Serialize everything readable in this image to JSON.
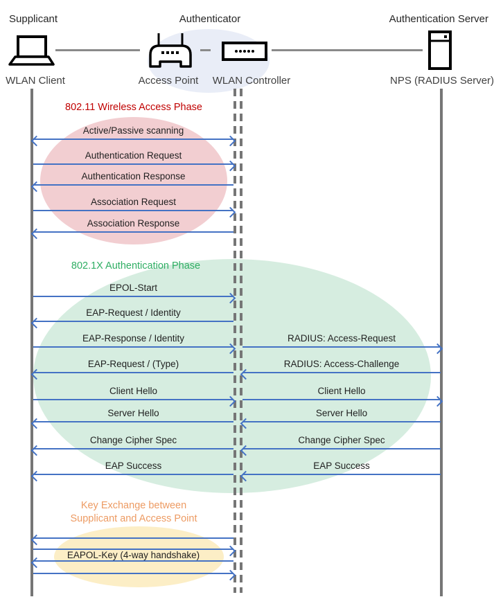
{
  "header": {
    "roles": [
      {
        "label": "Supplicant"
      },
      {
        "label": "Authenticator"
      },
      {
        "label": "Authentication Server"
      }
    ],
    "devices": [
      {
        "label": "WLAN Client",
        "icon": "laptop-icon"
      },
      {
        "label": "Access Point",
        "icon": "access-point-icon"
      },
      {
        "label": "WLAN Controller",
        "icon": "wlan-controller-icon"
      },
      {
        "label": "NPS (RADIUS Server)",
        "icon": "server-icon"
      }
    ]
  },
  "phases": {
    "p80211": {
      "title": "802.11 Wireless Access Phase",
      "color": "#C00000",
      "ellipse_color": "#F2CED1"
    },
    "p8021x": {
      "title": "802.1X Authentication Phase",
      "color": "#2FAE63",
      "ellipse_color": "#D6EDE0"
    },
    "key_exchange": {
      "title_line1": "Key Exchange between",
      "title_line2": "Supplicant and Access Point",
      "color": "#ED9B63",
      "ellipse_color": "#FCEEC6"
    }
  },
  "messages_left": [
    {
      "label": "Active/Passive scanning",
      "direction": "both",
      "phase": "802.11"
    },
    {
      "label": "Authentication Request",
      "direction": "right",
      "phase": "802.11"
    },
    {
      "label": "Authentication Response",
      "direction": "left",
      "phase": "802.11"
    },
    {
      "label": "Association Request",
      "direction": "right",
      "phase": "802.11"
    },
    {
      "label": "Association Response",
      "direction": "left",
      "phase": "802.11"
    },
    {
      "label": "EPOL-Start",
      "direction": "right",
      "phase": "802.1X"
    },
    {
      "label": "EAP-Request / Identity",
      "direction": "left",
      "phase": "802.1X"
    },
    {
      "label": "EAP-Response / Identity",
      "direction": "right",
      "phase": "802.1X"
    },
    {
      "label": "EAP-Request / (Type)",
      "direction": "left",
      "phase": "802.1X"
    },
    {
      "label": "Client Hello",
      "direction": "right",
      "phase": "802.1X"
    },
    {
      "label": "Server Hello",
      "direction": "left",
      "phase": "802.1X"
    },
    {
      "label": "Change Cipher Spec",
      "direction": "left",
      "phase": "802.1X"
    },
    {
      "label": "EAP Success",
      "direction": "left",
      "phase": "802.1X"
    },
    {
      "label": "",
      "direction": "left",
      "phase": "key-exchange"
    },
    {
      "label": "",
      "direction": "right",
      "phase": "key-exchange"
    },
    {
      "label": "EAPOL-Key (4-way handshake)",
      "direction": "left",
      "phase": "key-exchange"
    },
    {
      "label": "",
      "direction": "right",
      "phase": "key-exchange"
    }
  ],
  "messages_right": [
    {
      "label": "RADIUS: Access-Request",
      "direction": "right",
      "phase": "802.1X"
    },
    {
      "label": "RADIUS: Access-Challenge",
      "direction": "left",
      "phase": "802.1X"
    },
    {
      "label": "Client Hello",
      "direction": "right",
      "phase": "802.1X"
    },
    {
      "label": "Server Hello",
      "direction": "left",
      "phase": "802.1X"
    },
    {
      "label": "Change Cipher Spec",
      "direction": "left",
      "phase": "802.1X"
    },
    {
      "label": "EAP Success",
      "direction": "left",
      "phase": "802.1X"
    }
  ],
  "colors": {
    "arrow": "#4472C4",
    "lifeline_gray": "#767676",
    "authenticator_ellipse": "#E9EDF7",
    "message_text": "#1F1F1F"
  }
}
